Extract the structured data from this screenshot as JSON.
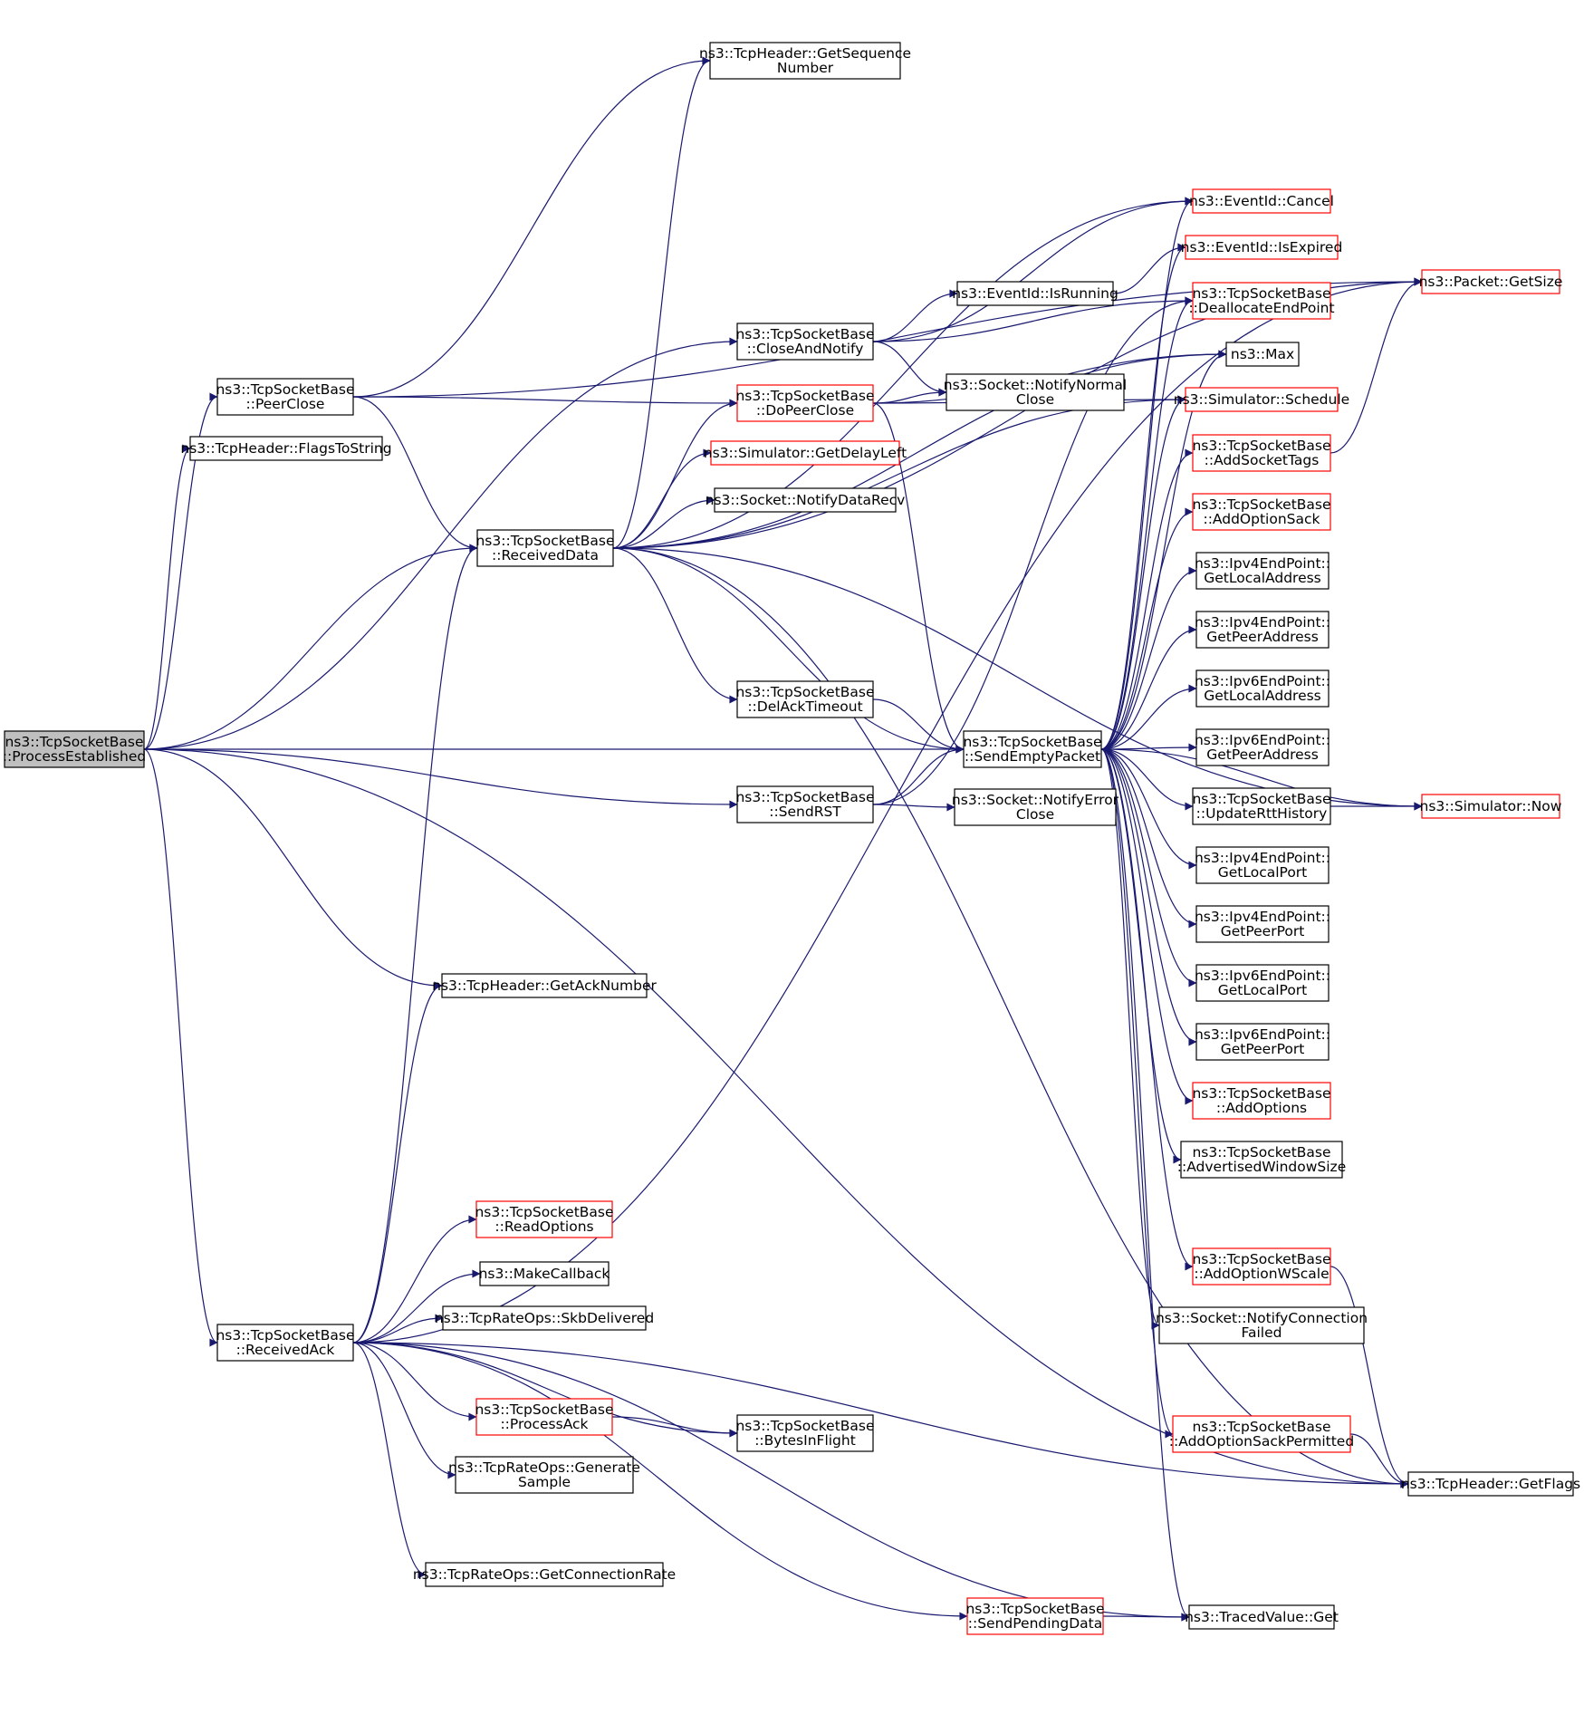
{
  "colors": {
    "edge": "#191970",
    "node_border": "#000000",
    "undocumented_border": "#ff0000",
    "root_fill": "#bfbfbf"
  },
  "nodes": [
    {
      "id": "processEstablished",
      "lines": [
        "ns3::TcpSocketBase",
        "::ProcessEstablished"
      ],
      "style": "root"
    },
    {
      "id": "peerClose",
      "lines": [
        "ns3::TcpSocketBase",
        "::PeerClose"
      ]
    },
    {
      "id": "flagsToString",
      "lines": [
        "ns3::TcpHeader::FlagsToString"
      ]
    },
    {
      "id": "receivedData",
      "lines": [
        "ns3::TcpSocketBase",
        "::ReceivedData"
      ]
    },
    {
      "id": "receivedAck",
      "lines": [
        "ns3::TcpSocketBase",
        "::ReceivedAck"
      ]
    },
    {
      "id": "getAckNumber",
      "lines": [
        "ns3::TcpHeader::GetAckNumber"
      ]
    },
    {
      "id": "getSequenceNumber",
      "lines": [
        "ns3::TcpHeader::GetSequence",
        "Number"
      ]
    },
    {
      "id": "closeAndNotify",
      "lines": [
        "ns3::TcpSocketBase",
        "::CloseAndNotify"
      ]
    },
    {
      "id": "doPeerClose",
      "lines": [
        "ns3::TcpSocketBase",
        "::DoPeerClose"
      ],
      "style": "red"
    },
    {
      "id": "getDelayLeft",
      "lines": [
        "ns3::Simulator::GetDelayLeft"
      ],
      "style": "red"
    },
    {
      "id": "notifyDataRecv",
      "lines": [
        "ns3::Socket::NotifyDataRecv"
      ]
    },
    {
      "id": "delAckTimeout",
      "lines": [
        "ns3::TcpSocketBase",
        "::DelAckTimeout"
      ]
    },
    {
      "id": "sendRST",
      "lines": [
        "ns3::TcpSocketBase",
        "::SendRST"
      ]
    },
    {
      "id": "readOptions",
      "lines": [
        "ns3::TcpSocketBase",
        "::ReadOptions"
      ],
      "style": "red"
    },
    {
      "id": "makeCallback",
      "lines": [
        "ns3::MakeCallback"
      ]
    },
    {
      "id": "skbDelivered",
      "lines": [
        "ns3::TcpRateOps::SkbDelivered"
      ]
    },
    {
      "id": "processAck",
      "lines": [
        "ns3::TcpSocketBase",
        "::ProcessAck"
      ],
      "style": "red"
    },
    {
      "id": "generateSample",
      "lines": [
        "ns3::TcpRateOps::Generate",
        "Sample"
      ]
    },
    {
      "id": "getConnectionRate",
      "lines": [
        "ns3::TcpRateOps::GetConnectionRate"
      ]
    },
    {
      "id": "bytesInFlight",
      "lines": [
        "ns3::TcpSocketBase",
        "::BytesInFlight"
      ]
    },
    {
      "id": "sendPendingData",
      "lines": [
        "ns3::TcpSocketBase",
        "::SendPendingData"
      ],
      "style": "red"
    },
    {
      "id": "isRunning",
      "lines": [
        "ns3::EventId::IsRunning"
      ]
    },
    {
      "id": "notifyNormalClose",
      "lines": [
        "ns3::Socket::NotifyNormal",
        "Close"
      ]
    },
    {
      "id": "sendEmptyPacket",
      "lines": [
        "ns3::TcpSocketBase",
        "::SendEmptyPacket"
      ]
    },
    {
      "id": "notifyErrorClose",
      "lines": [
        "ns3::Socket::NotifyError",
        "Close"
      ]
    },
    {
      "id": "cancel",
      "lines": [
        "ns3::EventId::Cancel"
      ],
      "style": "red"
    },
    {
      "id": "isExpired",
      "lines": [
        "ns3::EventId::IsExpired"
      ],
      "style": "red"
    },
    {
      "id": "deallocateEndPoint",
      "lines": [
        "ns3::TcpSocketBase",
        "::DeallocateEndPoint"
      ],
      "style": "red"
    },
    {
      "id": "max",
      "lines": [
        "ns3::Max"
      ]
    },
    {
      "id": "schedule",
      "lines": [
        "ns3::Simulator::Schedule"
      ],
      "style": "red"
    },
    {
      "id": "addSocketTags",
      "lines": [
        "ns3::TcpSocketBase",
        "::AddSocketTags"
      ],
      "style": "red"
    },
    {
      "id": "addOptionSack",
      "lines": [
        "ns3::TcpSocketBase",
        "::AddOptionSack"
      ],
      "style": "red"
    },
    {
      "id": "ipv4GetLocalAddress",
      "lines": [
        "ns3::Ipv4EndPoint::",
        "GetLocalAddress"
      ]
    },
    {
      "id": "ipv4GetPeerAddress",
      "lines": [
        "ns3::Ipv4EndPoint::",
        "GetPeerAddress"
      ]
    },
    {
      "id": "ipv6GetLocalAddress",
      "lines": [
        "ns3::Ipv6EndPoint::",
        "GetLocalAddress"
      ]
    },
    {
      "id": "ipv6GetPeerAddress",
      "lines": [
        "ns3::Ipv6EndPoint::",
        "GetPeerAddress"
      ]
    },
    {
      "id": "updateRttHistory",
      "lines": [
        "ns3::TcpSocketBase",
        "::UpdateRttHistory"
      ]
    },
    {
      "id": "ipv4GetLocalPort",
      "lines": [
        "ns3::Ipv4EndPoint::",
        "GetLocalPort"
      ]
    },
    {
      "id": "ipv4GetPeerPort",
      "lines": [
        "ns3::Ipv4EndPoint::",
        "GetPeerPort"
      ]
    },
    {
      "id": "ipv6GetLocalPort",
      "lines": [
        "ns3::Ipv6EndPoint::",
        "GetLocalPort"
      ]
    },
    {
      "id": "ipv6GetPeerPort",
      "lines": [
        "ns3::Ipv6EndPoint::",
        "GetPeerPort"
      ]
    },
    {
      "id": "addOptions",
      "lines": [
        "ns3::TcpSocketBase",
        "::AddOptions"
      ],
      "style": "red"
    },
    {
      "id": "advertisedWindowSize",
      "lines": [
        "ns3::TcpSocketBase",
        "::AdvertisedWindowSize"
      ]
    },
    {
      "id": "addOptionWScale",
      "lines": [
        "ns3::TcpSocketBase",
        "::AddOptionWScale"
      ],
      "style": "red"
    },
    {
      "id": "notifyConnectionFailed",
      "lines": [
        "ns3::Socket::NotifyConnection",
        "Failed"
      ]
    },
    {
      "id": "addOptionSackPermitted",
      "lines": [
        "ns3::TcpSocketBase",
        "::AddOptionSackPermitted"
      ],
      "style": "red"
    },
    {
      "id": "tracedValueGet",
      "lines": [
        "ns3::TracedValue::Get"
      ]
    },
    {
      "id": "getSize",
      "lines": [
        "ns3::Packet::GetSize"
      ],
      "style": "red"
    },
    {
      "id": "now",
      "lines": [
        "ns3::Simulator::Now"
      ],
      "style": "red"
    },
    {
      "id": "getFlags",
      "lines": [
        "ns3::TcpHeader::GetFlags"
      ]
    }
  ],
  "edges": [
    [
      "processEstablished",
      "peerClose"
    ],
    [
      "processEstablished",
      "flagsToString"
    ],
    [
      "processEstablished",
      "receivedData"
    ],
    [
      "processEstablished",
      "closeAndNotify"
    ],
    [
      "processEstablished",
      "sendEmptyPacket"
    ],
    [
      "processEstablished",
      "sendRST"
    ],
    [
      "processEstablished",
      "getAckNumber"
    ],
    [
      "processEstablished",
      "receivedAck"
    ],
    [
      "processEstablished",
      "getFlags"
    ],
    [
      "peerClose",
      "getSequenceNumber"
    ],
    [
      "peerClose",
      "getSize"
    ],
    [
      "peerClose",
      "doPeerClose"
    ],
    [
      "peerClose",
      "receivedData"
    ],
    [
      "receivedData",
      "getSequenceNumber"
    ],
    [
      "receivedData",
      "now"
    ],
    [
      "receivedData",
      "getSize"
    ],
    [
      "receivedData",
      "cancel"
    ],
    [
      "receivedData",
      "doPeerClose"
    ],
    [
      "receivedData",
      "getDelayLeft"
    ],
    [
      "receivedData",
      "notifyDataRecv"
    ],
    [
      "receivedData",
      "delAckTimeout"
    ],
    [
      "receivedData",
      "sendEmptyPacket"
    ],
    [
      "receivedData",
      "schedule"
    ],
    [
      "receivedData",
      "max"
    ],
    [
      "receivedData",
      "getFlags"
    ],
    [
      "closeAndNotify",
      "cancel"
    ],
    [
      "closeAndNotify",
      "isRunning"
    ],
    [
      "closeAndNotify",
      "deallocateEndPoint"
    ],
    [
      "closeAndNotify",
      "notifyNormalClose"
    ],
    [
      "isRunning",
      "isExpired"
    ],
    [
      "doPeerClose",
      "notifyNormalClose"
    ],
    [
      "doPeerClose",
      "schedule"
    ],
    [
      "doPeerClose",
      "max"
    ],
    [
      "doPeerClose",
      "sendEmptyPacket"
    ],
    [
      "delAckTimeout",
      "sendEmptyPacket"
    ],
    [
      "sendRST",
      "sendEmptyPacket"
    ],
    [
      "sendRST",
      "notifyErrorClose"
    ],
    [
      "sendRST",
      "deallocateEndPoint"
    ],
    [
      "sendEmptyPacket",
      "cancel"
    ],
    [
      "sendEmptyPacket",
      "isExpired"
    ],
    [
      "sendEmptyPacket",
      "deallocateEndPoint"
    ],
    [
      "sendEmptyPacket",
      "max"
    ],
    [
      "sendEmptyPacket",
      "schedule"
    ],
    [
      "sendEmptyPacket",
      "addSocketTags"
    ],
    [
      "sendEmptyPacket",
      "addOptionSack"
    ],
    [
      "sendEmptyPacket",
      "ipv4GetLocalAddress"
    ],
    [
      "sendEmptyPacket",
      "ipv4GetPeerAddress"
    ],
    [
      "sendEmptyPacket",
      "ipv6GetLocalAddress"
    ],
    [
      "sendEmptyPacket",
      "ipv6GetPeerAddress"
    ],
    [
      "sendEmptyPacket",
      "updateRttHistory"
    ],
    [
      "sendEmptyPacket",
      "ipv4GetLocalPort"
    ],
    [
      "sendEmptyPacket",
      "ipv4GetPeerPort"
    ],
    [
      "sendEmptyPacket",
      "ipv6GetLocalPort"
    ],
    [
      "sendEmptyPacket",
      "ipv6GetPeerPort"
    ],
    [
      "sendEmptyPacket",
      "addOptions"
    ],
    [
      "sendEmptyPacket",
      "advertisedWindowSize"
    ],
    [
      "sendEmptyPacket",
      "addOptionWScale"
    ],
    [
      "sendEmptyPacket",
      "notifyConnectionFailed"
    ],
    [
      "sendEmptyPacket",
      "addOptionSackPermitted"
    ],
    [
      "sendEmptyPacket",
      "tracedValueGet"
    ],
    [
      "sendEmptyPacket",
      "now"
    ],
    [
      "addSocketTags",
      "getSize"
    ],
    [
      "updateRttHistory",
      "now"
    ],
    [
      "addOptionWScale",
      "getFlags"
    ],
    [
      "addOptionSackPermitted",
      "getFlags"
    ],
    [
      "receivedAck",
      "receivedData"
    ],
    [
      "receivedAck",
      "getAckNumber"
    ],
    [
      "receivedAck",
      "getSize"
    ],
    [
      "receivedAck",
      "readOptions"
    ],
    [
      "receivedAck",
      "makeCallback"
    ],
    [
      "receivedAck",
      "skbDelivered"
    ],
    [
      "receivedAck",
      "bytesInFlight"
    ],
    [
      "receivedAck",
      "processAck"
    ],
    [
      "receivedAck",
      "generateSample"
    ],
    [
      "receivedAck",
      "getFlags"
    ],
    [
      "receivedAck",
      "getConnectionRate"
    ],
    [
      "receivedAck",
      "sendPendingData"
    ],
    [
      "receivedAck",
      "tracedValueGet"
    ],
    [
      "processAck",
      "bytesInFlight"
    ],
    [
      "sendPendingData",
      "tracedValueGet"
    ]
  ]
}
